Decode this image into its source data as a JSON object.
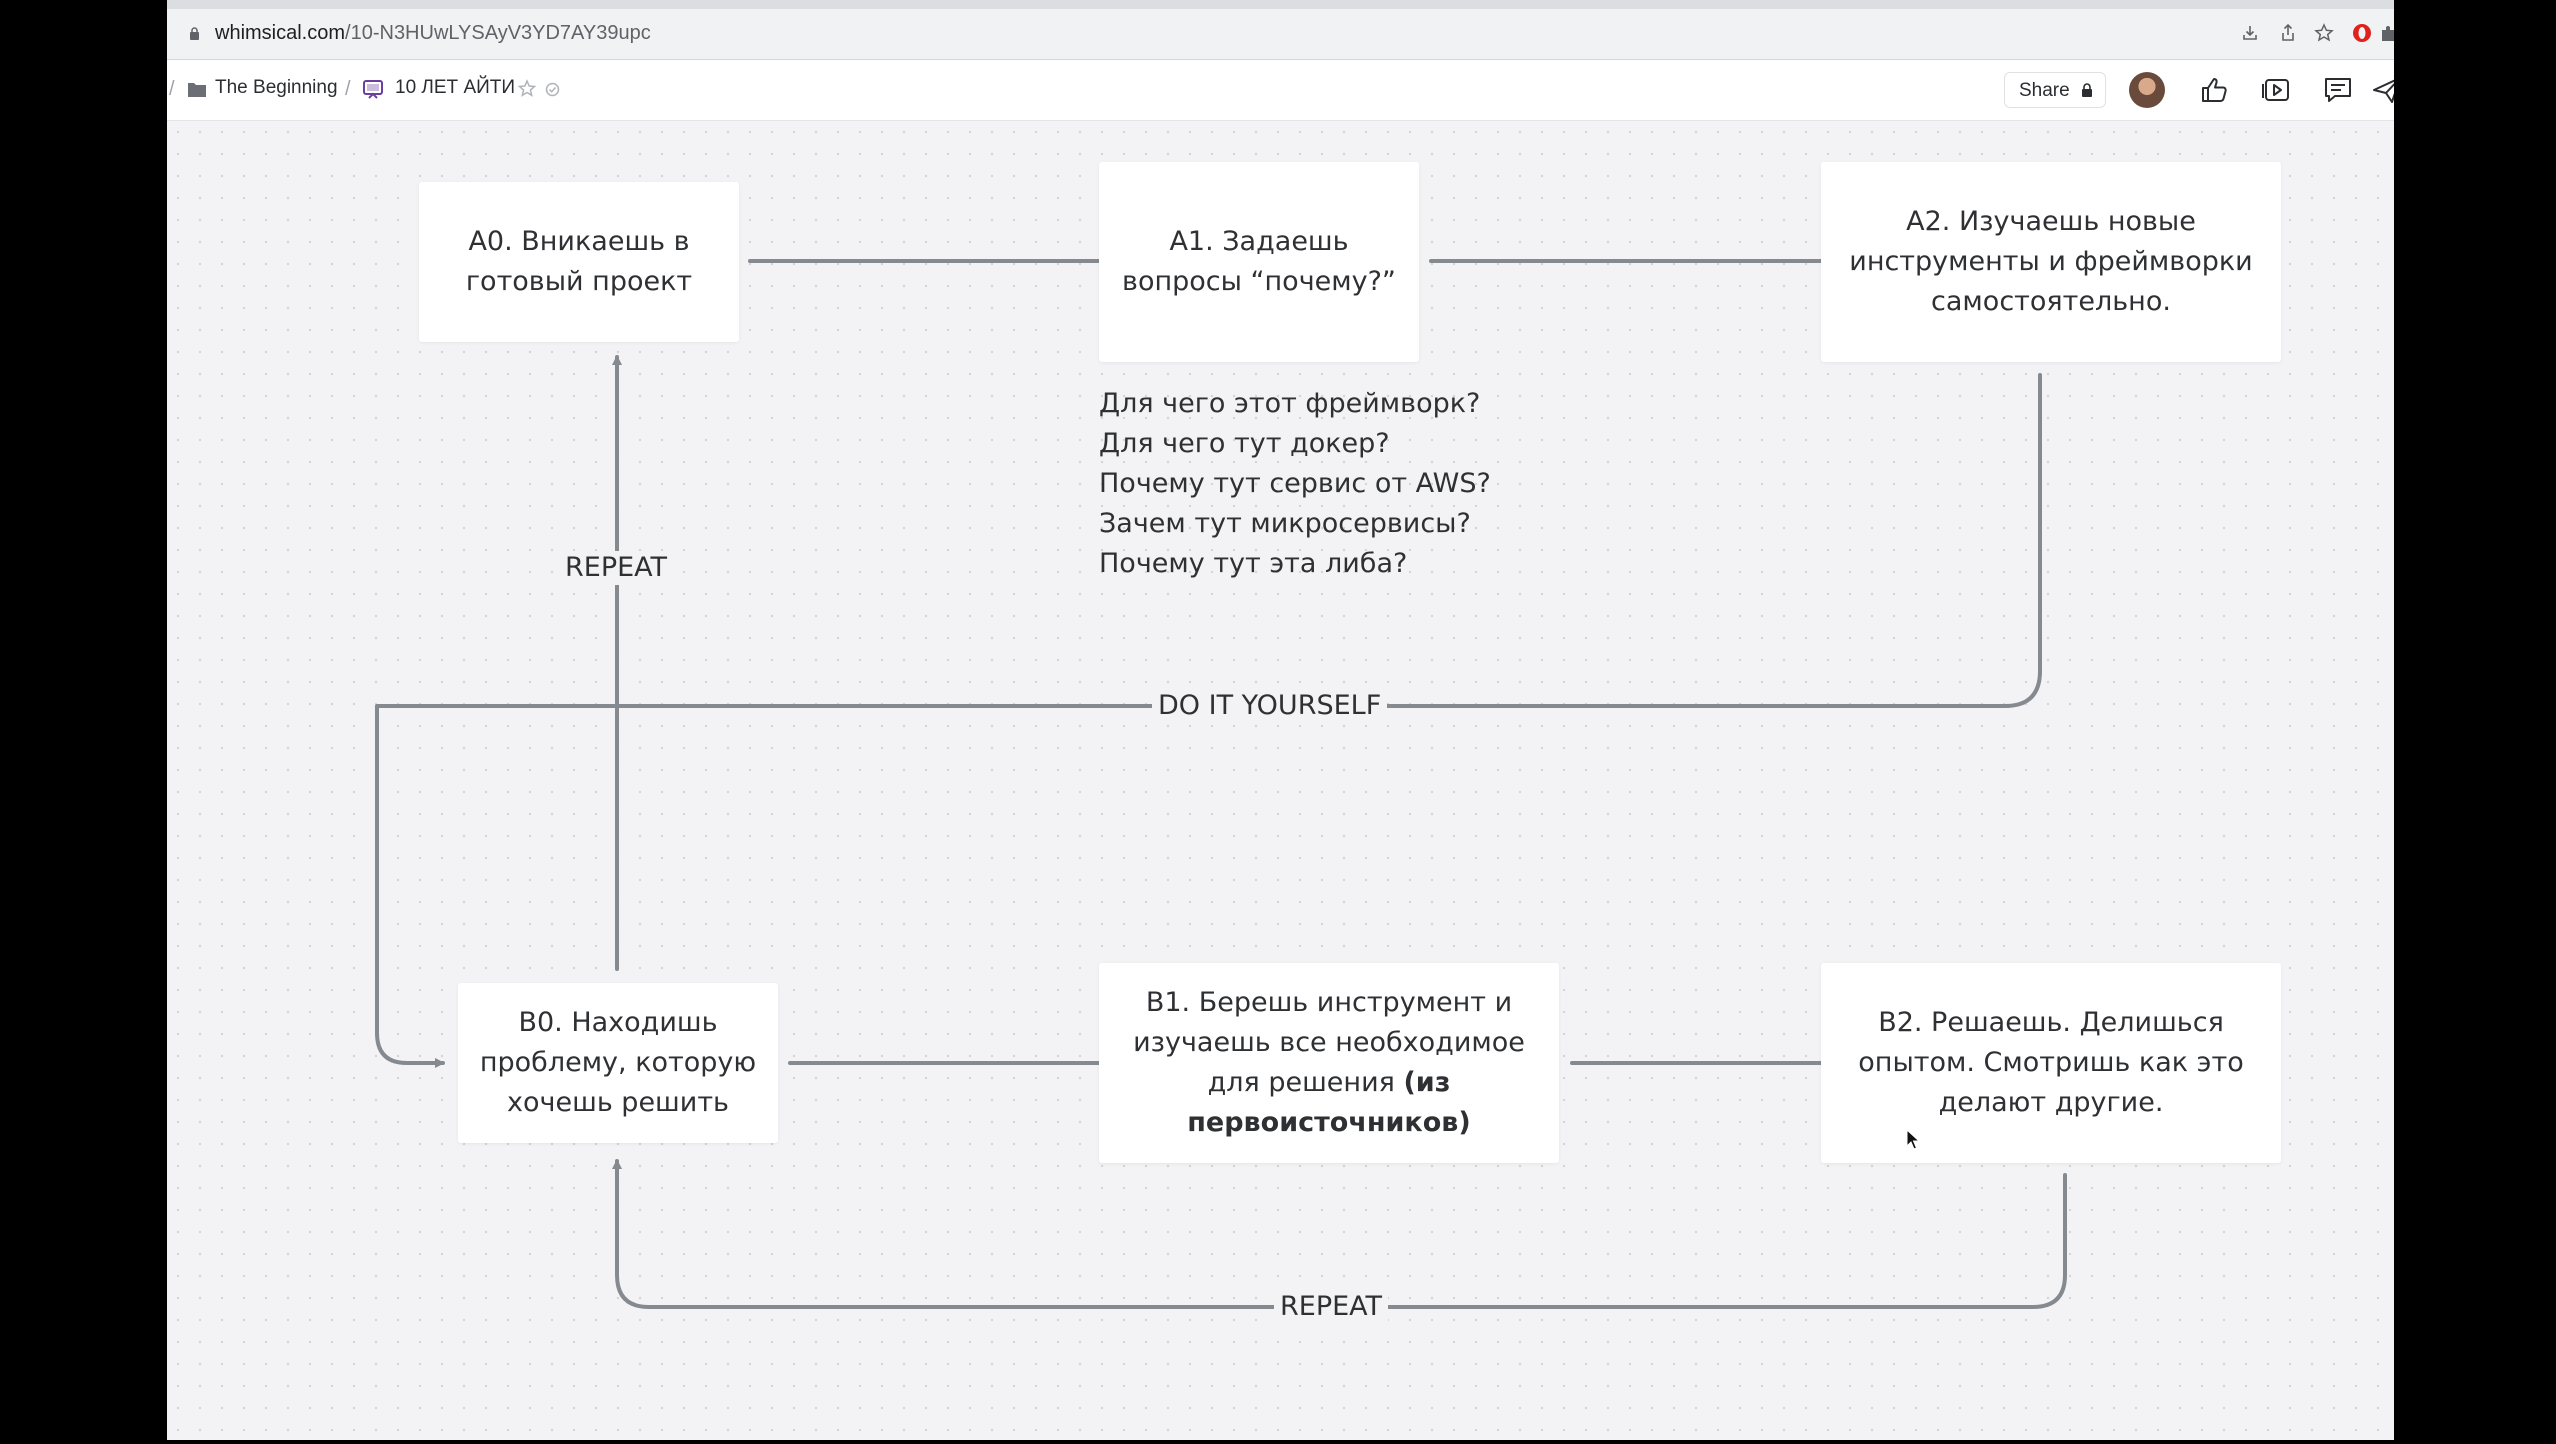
{
  "browser": {
    "url_domain": "whimsical.com",
    "url_path": "/10-N3HUwLYSAyV3YD7AY39upc"
  },
  "header": {
    "breadcrumb_folder": "The Beginning",
    "breadcrumb_board": "10 ЛЕТ АЙТИ",
    "share_label": "Share"
  },
  "board": {
    "nodes": {
      "a0": "A0. Вникаешь в готовый проект",
      "a1": "A1. Задаешь вопросы “почему?”",
      "a2": "A2. Изучаешь новые инструменты и фреймворки самостоятельно.",
      "b0": "B0. Находишь проблему, которую хочешь решить",
      "b1_plain": "B1. Берешь инструмент и изучаешь все необходимое для решения",
      "b1_bold": "(из первоисточников)",
      "b2": "B2. Решаешь. Делишься опытом. Смотришь как это делают другие."
    },
    "questions": [
      "Для чего этот фреймворк?",
      "Для чего тут докер?",
      "Почему тут сервис от AWS?",
      "Зачем тут микросервисы?",
      "Почему тут эта либа?"
    ],
    "connector_labels": {
      "repeat_top": "REPEAT",
      "do_it_yourself": "DO IT YOURSELF",
      "repeat_bottom": "REPEAT"
    }
  },
  "colors": {
    "connector": "#858a91",
    "card_bg": "#ffffff",
    "canvas_bg": "#f3f3f5"
  },
  "icons": [
    "lock-icon",
    "download-icon",
    "share-icon",
    "star-icon",
    "opera-icon",
    "extensions-icon",
    "sidepanel-icon",
    "profile-icon",
    "folder-icon",
    "board-icon",
    "favorite-star-icon",
    "status-icon",
    "share-lock-icon",
    "like-icon",
    "present-icon",
    "comment-icon",
    "send-icon"
  ]
}
